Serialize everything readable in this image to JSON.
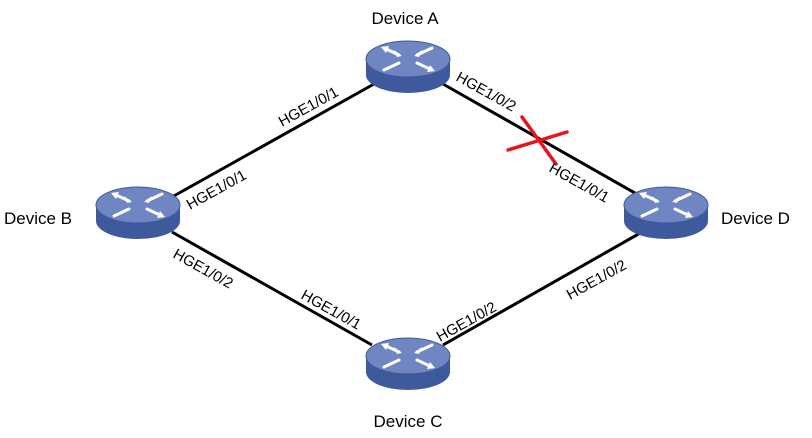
{
  "colors": {
    "link": "#000000",
    "failure_mark": "#e8141b",
    "router_top": "#6f86c3",
    "router_side": "#3e5a9c",
    "router_arrows": "#ffffff"
  },
  "devices": {
    "a": {
      "label": "Device A",
      "icon": "router-icon"
    },
    "b": {
      "label": "Device B",
      "icon": "router-icon"
    },
    "c": {
      "label": "Device C",
      "icon": "router-icon"
    },
    "d": {
      "label": "Device D",
      "icon": "router-icon"
    }
  },
  "links": {
    "ab": {
      "port_a": "HGE1/0/1",
      "port_b": "HGE1/0/1"
    },
    "ad": {
      "port_a": "HGE1/0/2",
      "port_d": "HGE1/0/1",
      "failed": true
    },
    "bc": {
      "port_b": "HGE1/0/2",
      "port_c": "HGE1/0/1"
    },
    "cd": {
      "port_c": "HGE1/0/2",
      "port_d": "HGE1/0/2"
    }
  }
}
